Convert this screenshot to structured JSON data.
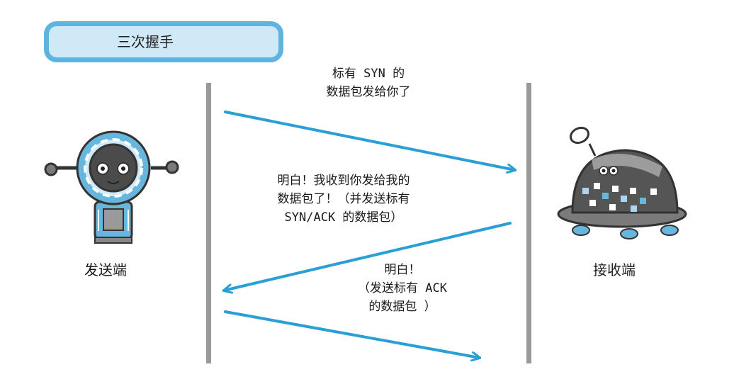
{
  "title": "三次握手",
  "sender": {
    "label": "发送端",
    "icon": "sender-robot-icon"
  },
  "receiver": {
    "label": "接收端",
    "icon": "receiver-robot-icon"
  },
  "messages": [
    {
      "lines": [
        "标有 SYN 的",
        "数据包发给你了"
      ],
      "direction": "sender-to-receiver"
    },
    {
      "lines": [
        "明白！我收到你发给我的",
        "数据包了！（并发送标有",
        "SYN/ACK 的数据包）"
      ],
      "direction": "receiver-to-sender"
    },
    {
      "lines": [
        "明白！",
        "（发送标有 ACK",
        "的数据包 ）"
      ],
      "direction": "sender-to-receiver"
    }
  ],
  "colors": {
    "arrow": "#2a9fd6",
    "lifeline": "#999999",
    "title_fill": "#cfe9f6",
    "title_border": "#5fb3df"
  }
}
